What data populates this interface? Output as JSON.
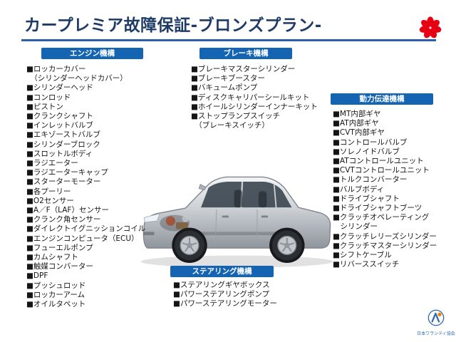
{
  "title": "カープレミア故障保証-ブロンズプラン-",
  "bullet": "■",
  "indent": "　",
  "sections": {
    "engine": {
      "header": "エンジン機構",
      "items": [
        "ロッカーカバー\n（シリンダーヘッドカバー）",
        "シリンダーヘッド",
        "コンロッド",
        "ピストン",
        "クランクシャフト",
        "インレットバルブ",
        "エキゾーストバルブ",
        "シリンダーブロック",
        "スロットルボディ",
        "ラジエーター",
        "ラジエーターキャップ",
        "スターターモーター",
        "各プーリー",
        "O2センサー",
        "A／F（LAF）センサー",
        "クランク角センサー",
        "ダイレクトイグニッションコイル",
        "エンジンコンピュータ（ECU）",
        "フューエルポンプ",
        "カムシャフト",
        "触媒コンバーター",
        "DPF",
        "プッシュロッド",
        "ロッカーアーム",
        "オイルタペット"
      ]
    },
    "brake": {
      "header": "ブレーキ機構",
      "items": [
        "ブレーキマスターシリンダー",
        "ブレーキブースター",
        "バキュームポンプ",
        "ディスクキャリパーシールキット",
        "ホイールシリンダーインナーキット",
        "ストップランプスイッチ\n（ブレーキスイッチ）"
      ]
    },
    "steering": {
      "header": "ステアリング機構",
      "items": [
        "ステアリングギヤボックス",
        "パワーステアリングポンプ",
        "パワーステアリングモーター"
      ]
    },
    "powertrain": {
      "header": "動力伝達機構",
      "items": [
        "MT内部ギヤ",
        "AT内部ギヤ",
        "CVT内部ギヤ",
        "コントロールバルブ",
        "ソレノイドバルブ",
        "ATコントロールユニット",
        "CVTコントロールユニット",
        "トルクコンバーター",
        "バルブボディ",
        "ドライブシャフト",
        "ドライブシャフトブーツ",
        "クラッチオペレーティング\nシリンダー",
        "クラッチレリーズシリンダー",
        "クラッチマスターシリンダー",
        "シフトケーブル",
        "リバーススイッチ"
      ]
    }
  },
  "footer": {
    "association": "日本ワランティ協会"
  },
  "colors": {
    "header_blue": "#1464b3",
    "rule_blue": "#2e5fa6",
    "title_navy": "#1e3a66",
    "logo_red": "#e60012",
    "logo_orange": "#f08300",
    "logo_blue": "#2e6db4"
  }
}
